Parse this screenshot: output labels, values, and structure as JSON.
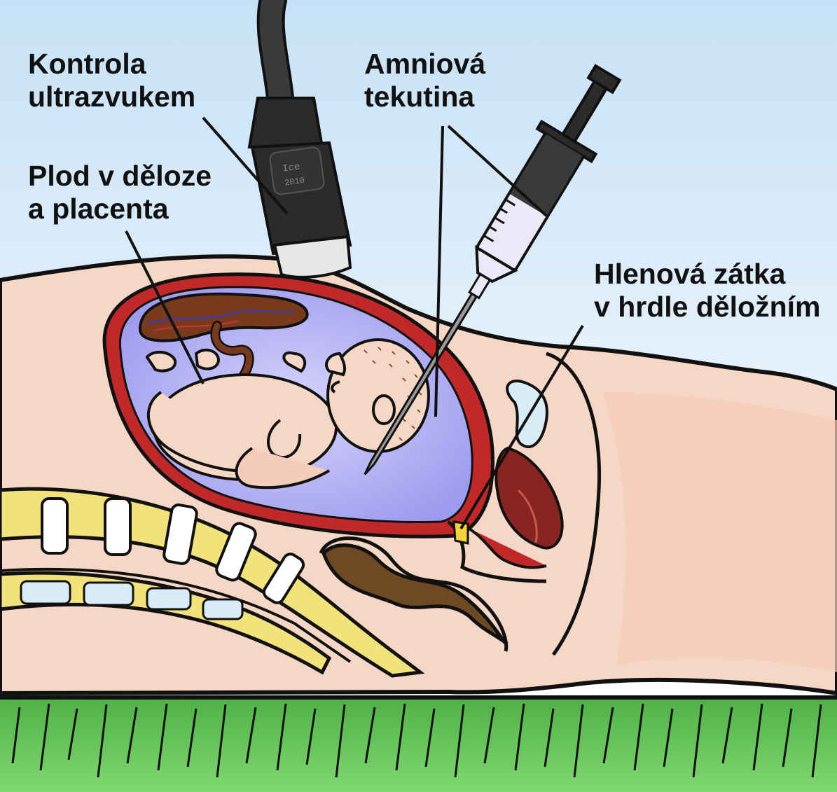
{
  "labels": {
    "ultrasound": {
      "line1": "Kontrola",
      "line2": "ultrazvukem"
    },
    "fetus": {
      "line1": "Plod v děloze",
      "line2": "a placenta"
    },
    "amniotic_fluid": {
      "line1": "Amniová",
      "line2": "tekutina"
    },
    "mucus_plug": {
      "line1": "Hlenová zátka",
      "line2": "v hrdle děložním"
    }
  },
  "probe_stamp": {
    "line1": "Ice",
    "line2": "2010"
  },
  "colors": {
    "sky": "#cfe6f8",
    "skin": "#f6d6c4",
    "uterus_wall": "#c0282a",
    "amniotic_fluid": "#a9a6f2",
    "placenta": "#7a3a1e",
    "bone": "#f3e27c",
    "grass": "#5fc456",
    "probe": "#2b2b2b",
    "syringe_barrel": "#ece8f8"
  }
}
